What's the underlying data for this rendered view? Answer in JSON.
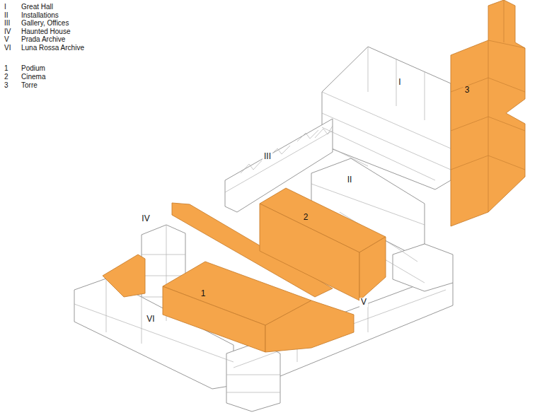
{
  "diagram": {
    "labels": [
      "I",
      "Great Hall",
      "II",
      "Installations",
      "III",
      "Gallery, Offices",
      "IV",
      "Haunted House",
      "V",
      "Prada Archive",
      "VI",
      "Luna Rossa Archive",
      "1",
      "Podium",
      "2",
      "Cinema",
      "3",
      "Torre",
      "I",
      "II",
      "III",
      "IV",
      "V",
      "VI",
      "1",
      "2",
      "3"
    ]
  }
}
